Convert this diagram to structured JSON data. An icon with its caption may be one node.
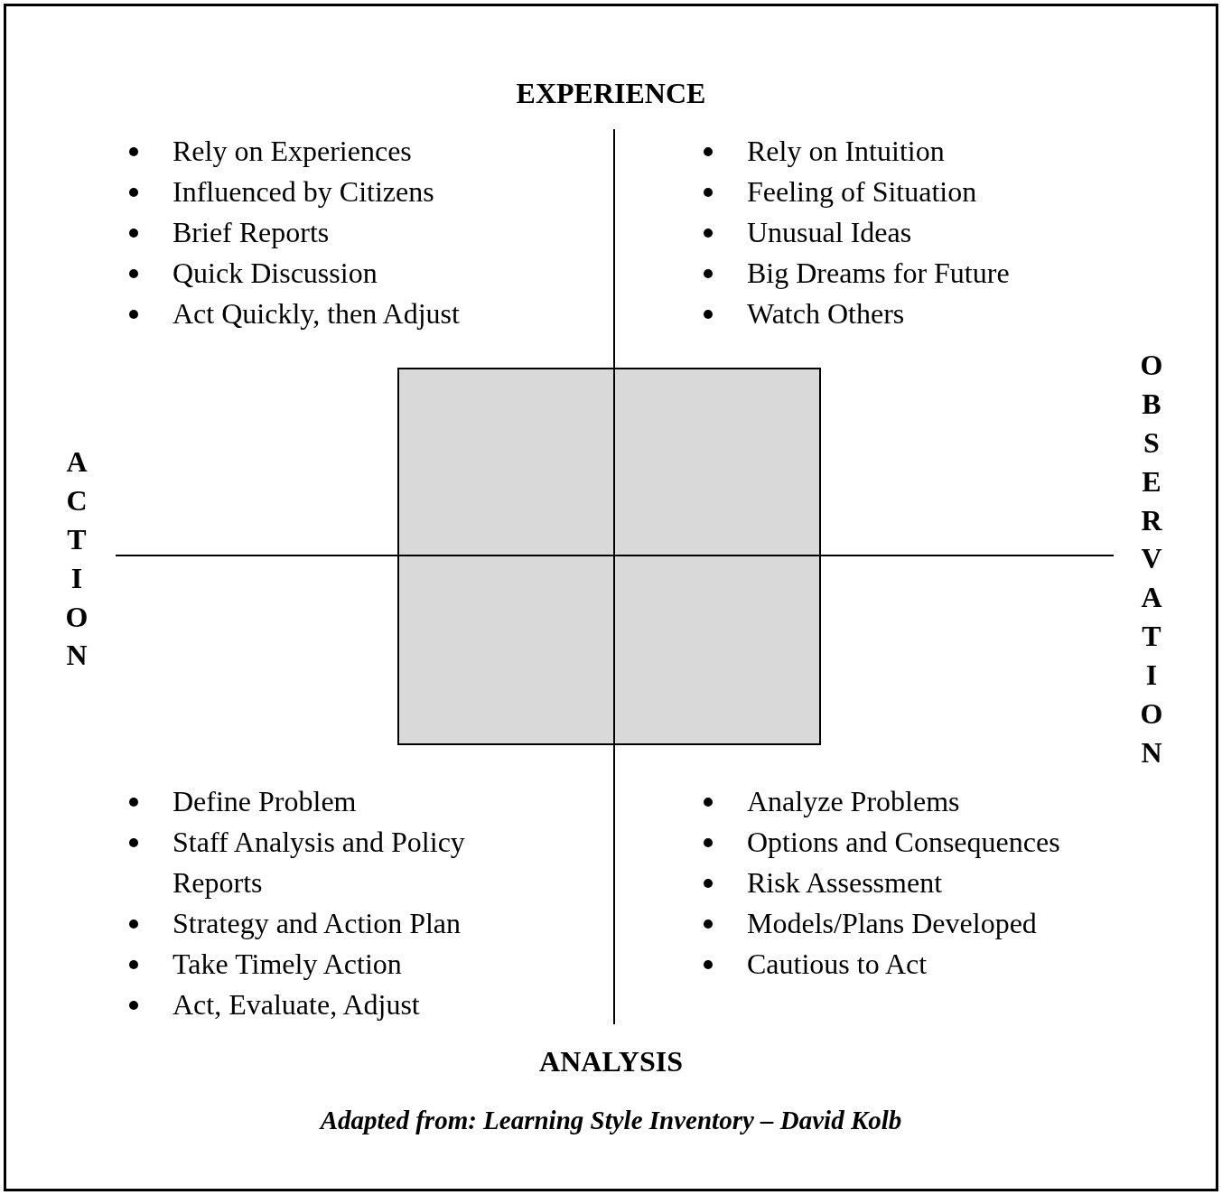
{
  "diagram": {
    "caption": "Adapted from: Learning Style Inventory – David Kolb",
    "nodes": [
      {
        "text": [],
        "shape": "box"
      }
    ],
    "labels": [
      "EXPERIENCE",
      "Rely on Experiences",
      "Influenced by Citizens",
      "Brief Reports",
      "Quick Discussion",
      "Act Quickly, then Adjust",
      "Rely on Intuition",
      "Feeling of Situation",
      "Unusual Ideas",
      "Big Dreams for Future",
      "Watch Others",
      "ACTION",
      "OBSERVATION",
      "Define Problem",
      "Staff Analysis and Policy Reports",
      "Strategy and Action Plan",
      "Take Timely Action",
      "Act, Evaluate, Adjust",
      "Analyze Problems",
      "Options and Consequences",
      "Risk Assessment",
      "Models/Plans Developed",
      "Cautious to Act",
      "ANALYSIS"
    ]
  }
}
